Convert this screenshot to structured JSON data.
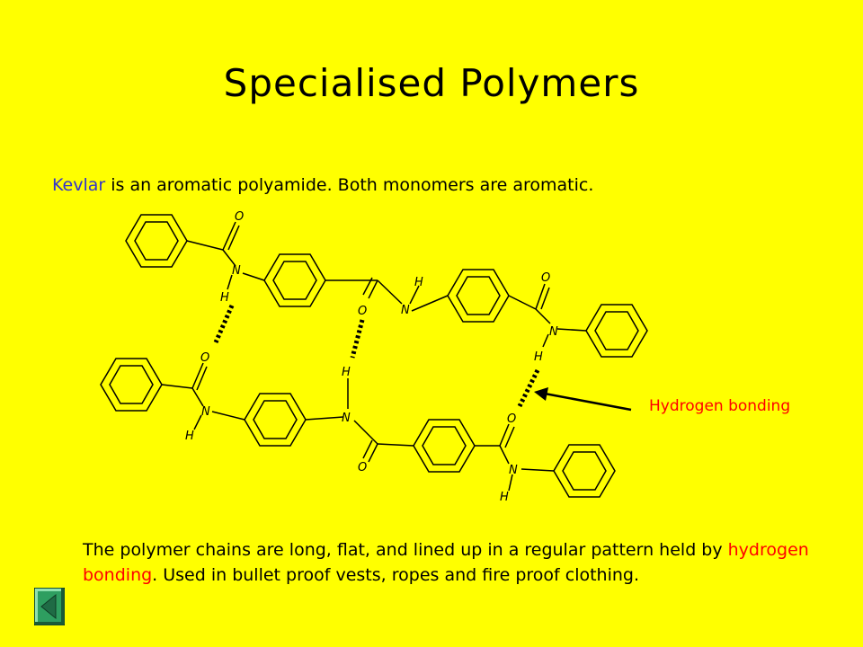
{
  "slide": {
    "title": "Specialised Polymers",
    "intro_highlight": "Kevlar",
    "intro_rest": " is an aromatic polyamide. Both monomers are aromatic.",
    "annotation": "Hydrogen bonding",
    "bottom_part1": "The polymer chains are long, flat, and lined up in a regular pattern held by ",
    "bottom_highlight": "hydrogen bonding",
    "bottom_part2": ". Used in bullet proof vests, ropes and fire proof clothing."
  },
  "atoms": {
    "oxygen": "O",
    "nitrogen": "N",
    "hydrogen": "H"
  },
  "colors": {
    "background": "#ffff00",
    "kevlar": "#3333cc",
    "highlight": "#ff0000",
    "button": "#2e9e60"
  },
  "icons": {
    "back": "back-arrow-icon"
  }
}
